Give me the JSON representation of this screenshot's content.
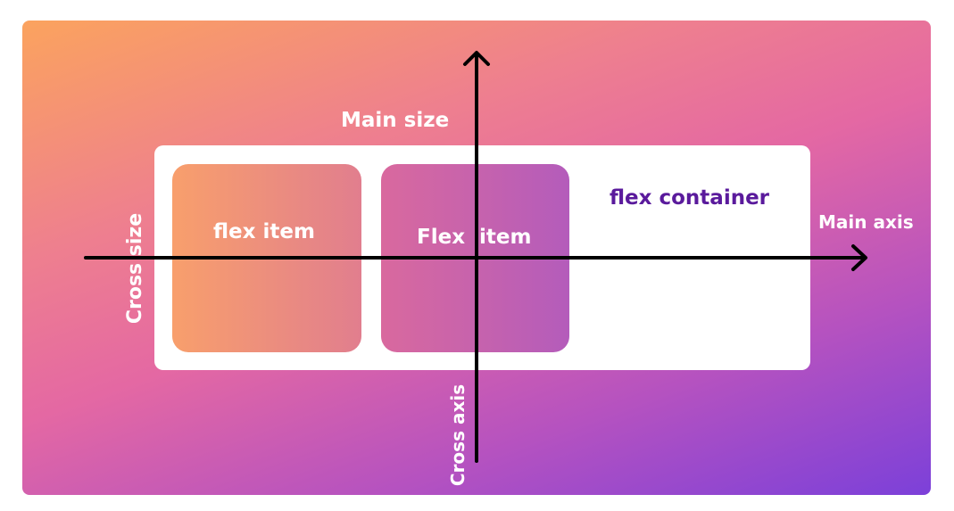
{
  "diagram": {
    "main_size_label": "Main size",
    "main_axis_label": "Main axis",
    "cross_size_label": "Cross size",
    "cross_axis_label": "Cross axis",
    "flex_container_label": "flex container",
    "items": [
      {
        "label": "flex item"
      },
      {
        "label": "Flex  item"
      }
    ],
    "colors": {
      "gradient_start": "#fba35e",
      "gradient_mid": "#e468a3",
      "gradient_end": "#7c40d9",
      "container_fill": "#ffffff",
      "container_label": "#5a1a9c",
      "axis_stroke": "#000000"
    }
  }
}
